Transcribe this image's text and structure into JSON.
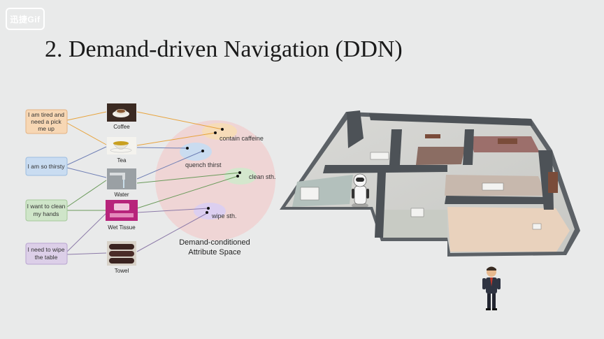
{
  "watermark": "迅捷Gif",
  "slide": {
    "title": "2. Demand-driven Navigation (DDN)"
  },
  "demands": [
    {
      "lines": [
        "I am tired and",
        "need a pick",
        "me up"
      ],
      "color": "#f7d7b4",
      "stroke": "#e4b384"
    },
    {
      "lines": [
        "I am so thirsty"
      ],
      "color": "#c9dcf1",
      "stroke": "#9dbde0"
    },
    {
      "lines": [
        "I want to clean",
        "my hands"
      ],
      "color": "#cfe5c9",
      "stroke": "#a5c99a"
    },
    {
      "lines": [
        "I need to wipe",
        "the table"
      ],
      "color": "#dccfe8",
      "stroke": "#b9a4d0"
    }
  ],
  "objects": [
    {
      "label": "Coffee",
      "icon": "coffee-cup-icon"
    },
    {
      "label": "Tea",
      "icon": "tea-cup-icon"
    },
    {
      "label": "Water",
      "icon": "water-faucet-icon"
    },
    {
      "label": "Wet Tissue",
      "icon": "wet-tissue-pack-icon"
    },
    {
      "label": "Towel",
      "icon": "towel-stack-icon"
    }
  ],
  "attributes": [
    {
      "label": "contain caffeine",
      "color": "#f6dcb8"
    },
    {
      "label": "quench thirst",
      "color": "#cadcf0"
    },
    {
      "label": "clean sth.",
      "color": "#d4e7cd"
    },
    {
      "label": "wipe sth.",
      "color": "#dccff0"
    }
  ],
  "space_label": [
    "Demand-conditioned",
    "Attribute Space"
  ],
  "colors": {
    "orange_link": "#e8a33c",
    "blue_link": "#6f7fb5",
    "green_link": "#6a9a5a",
    "purple_link": "#8c7aa8",
    "space_fill": "#efd3d3"
  },
  "scene": {
    "icons": [
      "robot-icon",
      "person-icon"
    ]
  }
}
